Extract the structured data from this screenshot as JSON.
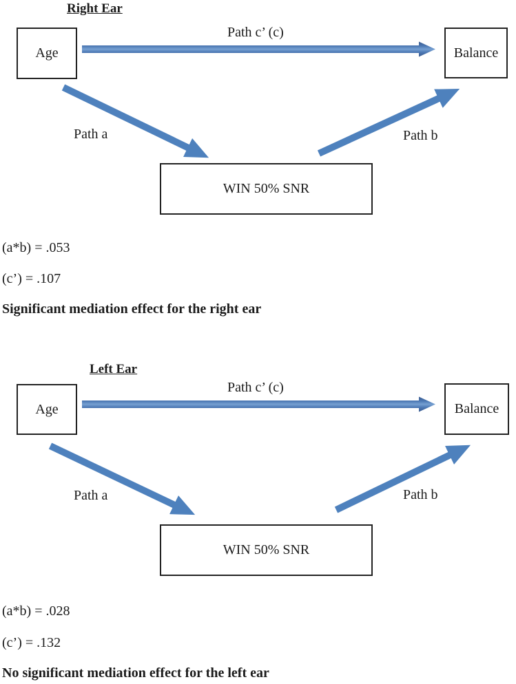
{
  "figure": {
    "diagrams": [
      {
        "title": "Right Ear",
        "boxes": {
          "predictor": "Age",
          "outcome": "Balance",
          "mediator": "WIN 50% SNR"
        },
        "labels": {
          "path_c": "Path c’ (c)",
          "path_a": "Path a",
          "path_b": "Path b"
        },
        "stats": {
          "ab": "(a*b) = .053",
          "c_prime": "(c’) = .107"
        },
        "conclusion": "Significant mediation effect for the right ear"
      },
      {
        "title": "Left Ear",
        "boxes": {
          "predictor": "Age",
          "outcome": "Balance",
          "mediator": "WIN 50% SNR"
        },
        "labels": {
          "path_c": "Path c’ (c)",
          "path_a": "Path a",
          "path_b": "Path b"
        },
        "stats": {
          "ab": "(a*b) = .028",
          "c_prime": "(c’) = .132"
        },
        "conclusion": "No significant mediation effect for the left ear"
      }
    ],
    "colors": {
      "arrow_fill": "#4E81BD",
      "arrow_dark": "#3A5A8E",
      "arrow_light": "#76A0D2",
      "box_border": "#222222",
      "text": "#1b1b1b"
    }
  }
}
